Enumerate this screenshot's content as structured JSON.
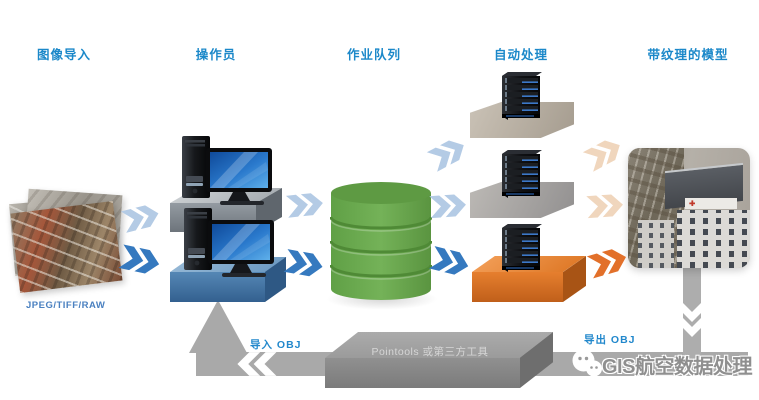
{
  "stages": [
    {
      "label": "图像导入"
    },
    {
      "label": "操作员"
    },
    {
      "label": "作业队列"
    },
    {
      "label": "自动处理"
    },
    {
      "label": "带纹理的模型"
    }
  ],
  "source": {
    "formats_label": "JPEG/TIFF/RAW"
  },
  "pipeline": {
    "import_obj_label": "导入  OBJ",
    "export_obj_label": "导出  OBJ",
    "tools_box_label": "Pointools 或第三方工具"
  },
  "watermark": {
    "brand": "GIS航空数据处理"
  },
  "colors": {
    "stage_label_blue": "#1b88c9",
    "arrow_blue": "#3579bf",
    "arrow_blue_light": "#b4cbe5",
    "arrow_orange": "#e2702a",
    "arrow_orange_light": "#f0d6bd",
    "queue_green": "#69a74e",
    "operator_slab_blue": "#4f81ad",
    "processing_slab_orange": "#e07b2a",
    "flow_gray": "#a9a9a9",
    "obj_label_blue": "#2288cc",
    "watermark_gray": "#8f8f8f"
  }
}
